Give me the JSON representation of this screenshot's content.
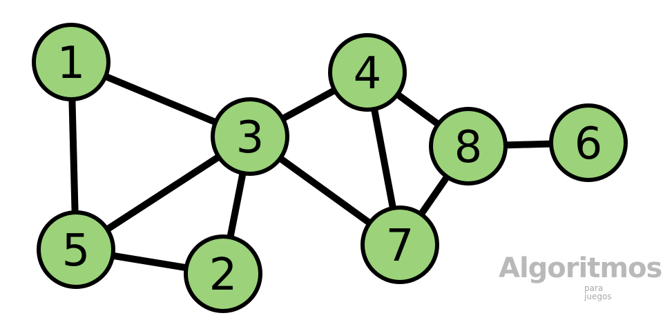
{
  "graph": {
    "node_color": "#9bd27a",
    "edge_color": "#000000",
    "nodes": [
      {
        "id": "1",
        "label": "1"
      },
      {
        "id": "2",
        "label": "2"
      },
      {
        "id": "3",
        "label": "3"
      },
      {
        "id": "4",
        "label": "4"
      },
      {
        "id": "5",
        "label": "5"
      },
      {
        "id": "6",
        "label": "6"
      },
      {
        "id": "7",
        "label": "7"
      },
      {
        "id": "8",
        "label": "8"
      }
    ],
    "edges": [
      [
        "1",
        "3"
      ],
      [
        "1",
        "5"
      ],
      [
        "3",
        "5"
      ],
      [
        "3",
        "2"
      ],
      [
        "5",
        "2"
      ],
      [
        "3",
        "4"
      ],
      [
        "3",
        "7"
      ],
      [
        "4",
        "7"
      ],
      [
        "4",
        "8"
      ],
      [
        "8",
        "7"
      ],
      [
        "8",
        "6"
      ]
    ]
  },
  "logo": {
    "name": "Algoritmos",
    "sub_line1": "para",
    "sub_line2": "juegos",
    "color": "#b9b9b9"
  }
}
